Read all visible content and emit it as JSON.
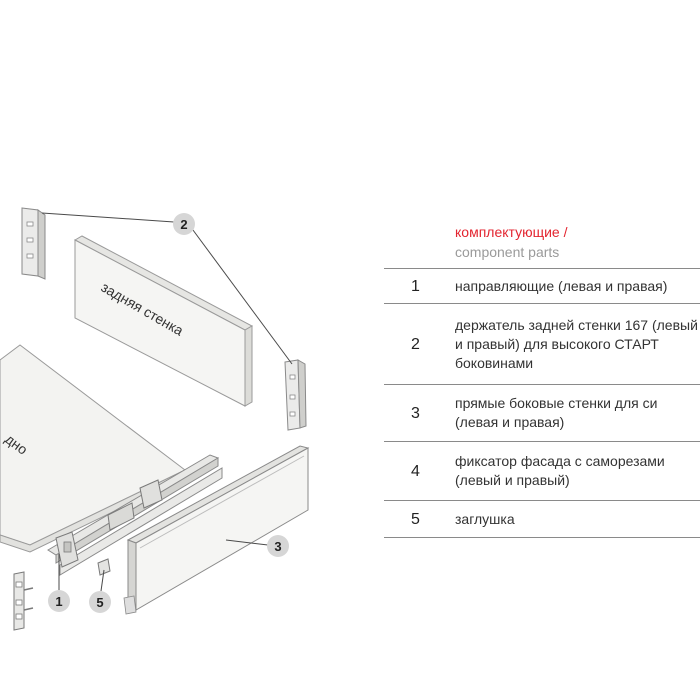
{
  "header": {
    "title_ru": "комплектующие /",
    "title_en": "component parts"
  },
  "parts": [
    {
      "num": "1",
      "lines": [
        "направляющие (левая и правая)"
      ]
    },
    {
      "num": "2",
      "lines": [
        "держатель задней стенки 167 (левый",
        "и правый) для высокого СТАРТ",
        "боковинами"
      ]
    },
    {
      "num": "3",
      "lines": [
        "прямые боковые стенки для си",
        "(левая и правая)"
      ]
    },
    {
      "num": "4",
      "lines": [
        "фиксатор фасада с саморезами",
        "(левый и правый)"
      ]
    },
    {
      "num": "5",
      "lines": [
        "заглушка"
      ]
    }
  ],
  "diagram": {
    "back_panel_label": "задняя стенка",
    "bottom_panel_label": "дно",
    "callouts": [
      "2",
      "3",
      "1",
      "5"
    ]
  },
  "colors": {
    "accent": "#e32530",
    "muted": "#9a9a9a",
    "callout_fill": "#d6d6d6",
    "line": "#8a8a8a"
  }
}
